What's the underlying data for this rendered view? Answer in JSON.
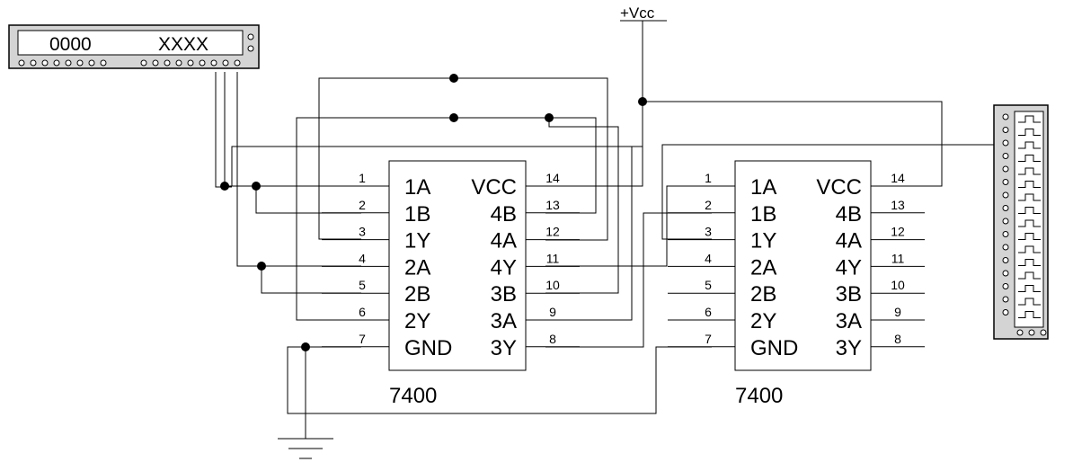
{
  "word_generator": {
    "left_value": "0000",
    "right_value": "XXXX"
  },
  "power": {
    "label": "+Vcc"
  },
  "chips": [
    {
      "part": "7400",
      "left_pins": [
        {
          "num": "1",
          "name": "1A"
        },
        {
          "num": "2",
          "name": "1B"
        },
        {
          "num": "3",
          "name": "1Y"
        },
        {
          "num": "4",
          "name": "2A"
        },
        {
          "num": "5",
          "name": "2B"
        },
        {
          "num": "6",
          "name": "2Y"
        },
        {
          "num": "7",
          "name": "GND"
        }
      ],
      "right_pins": [
        {
          "num": "14",
          "name": "VCC"
        },
        {
          "num": "13",
          "name": "4B"
        },
        {
          "num": "12",
          "name": "4A"
        },
        {
          "num": "11",
          "name": "4Y"
        },
        {
          "num": "10",
          "name": "3B"
        },
        {
          "num": "9",
          "name": "3A"
        },
        {
          "num": "8",
          "name": "3Y"
        }
      ]
    },
    {
      "part": "7400",
      "left_pins": [
        {
          "num": "1",
          "name": "1A"
        },
        {
          "num": "2",
          "name": "1B"
        },
        {
          "num": "3",
          "name": "1Y"
        },
        {
          "num": "4",
          "name": "2A"
        },
        {
          "num": "5",
          "name": "2B"
        },
        {
          "num": "6",
          "name": "2Y"
        },
        {
          "num": "7",
          "name": "GND"
        }
      ],
      "right_pins": [
        {
          "num": "14",
          "name": "VCC"
        },
        {
          "num": "13",
          "name": "4B"
        },
        {
          "num": "12",
          "name": "4A"
        },
        {
          "num": "11",
          "name": "4Y"
        },
        {
          "num": "10",
          "name": "3B"
        },
        {
          "num": "9",
          "name": "3A"
        },
        {
          "num": "8",
          "name": "3Y"
        }
      ]
    }
  ],
  "ground": {
    "symbol": "ground-icon"
  },
  "logic_analyzer": {
    "icon": "waveform-icon",
    "channels": 16
  }
}
